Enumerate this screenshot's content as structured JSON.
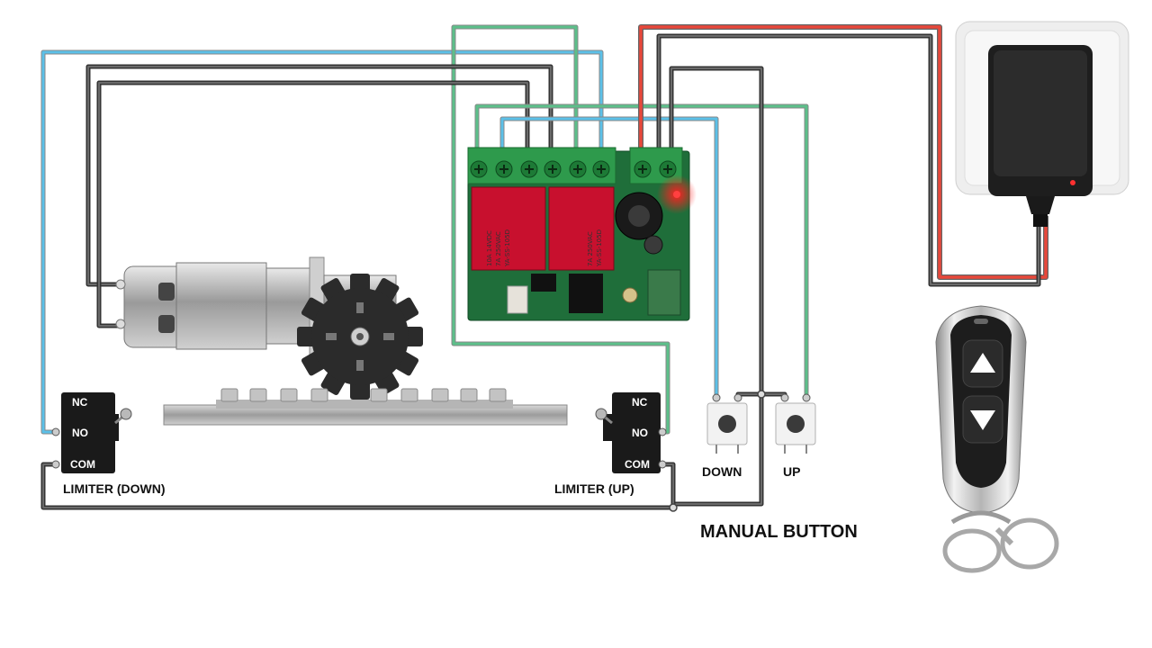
{
  "labels": {
    "limiter_down": "LIMITER (DOWN)",
    "limiter_up": "LIMITER (UP)",
    "down": "DOWN",
    "up": "UP",
    "manual_button": "MANUAL BUTTON",
    "nc": "NC",
    "no": "NO",
    "com": "COM"
  },
  "board": {
    "relay_label": "YA-SS-105D",
    "relay_rating": "7A 250VAC",
    "relay_rating_dc": "10A 14VDC"
  },
  "colors": {
    "wire_blue": "#5bc0e8",
    "wire_green": "#5cc08a",
    "wire_red": "#e8473a",
    "wire_black": "#4a4a4a",
    "board_green": "#1f6e3a",
    "relay_red": "#c8102e"
  }
}
